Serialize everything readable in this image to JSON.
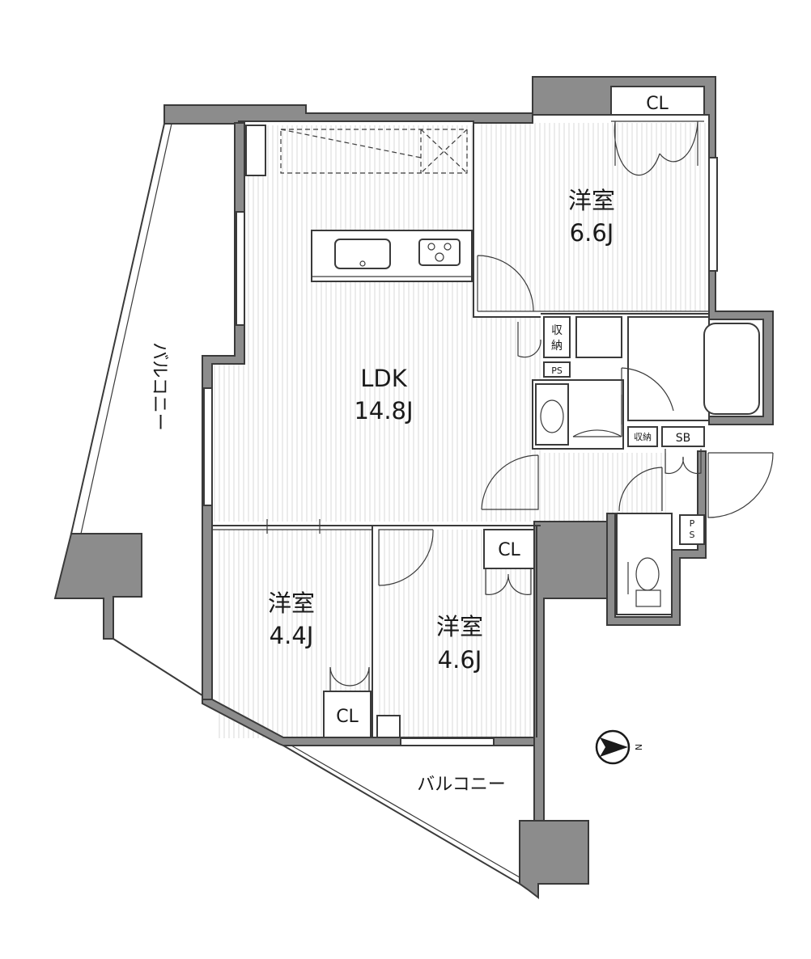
{
  "rooms": {
    "western_1": {
      "name": "洋室",
      "size": "6.6J"
    },
    "ldk": {
      "name": "LDK",
      "size": "14.8J"
    },
    "western_2": {
      "name": "洋室",
      "size": "4.4J"
    },
    "western_3": {
      "name": "洋室",
      "size": "4.6J"
    }
  },
  "closets": {
    "cl_top": "CL",
    "cl_mid": "CL",
    "cl_bottom": "CL"
  },
  "balconies": {
    "west": "バルコニー",
    "south": "バルコニー"
  },
  "labels": {
    "storage_upper_1": "収",
    "storage_upper_2": "納",
    "ps_upper": "PS",
    "storage_small": "収納",
    "sb": "SB",
    "ps_lower_1": "P",
    "ps_lower_2": "S"
  },
  "compass": {
    "north_label": "N"
  },
  "colors": {
    "wall": "#8c8c8c",
    "line": "#3a3a3a",
    "floor_stripe": "#d9d9d9"
  }
}
